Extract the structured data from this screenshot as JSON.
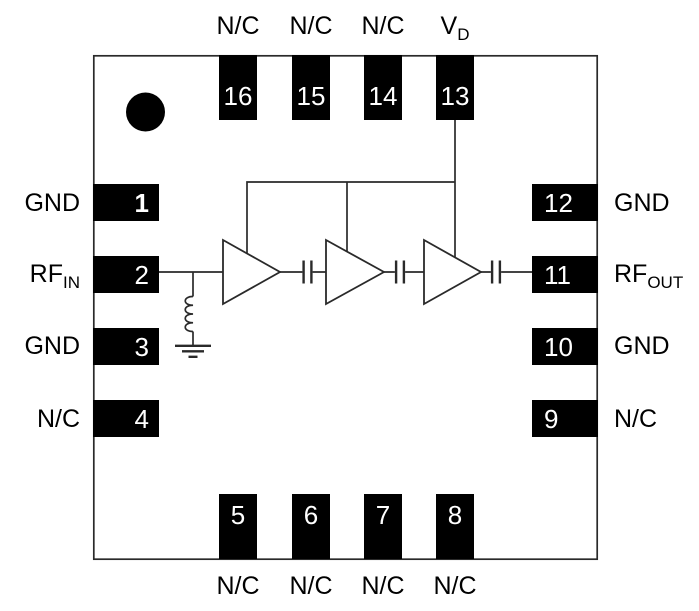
{
  "diagram_type": "ic-package-pinout",
  "package": {
    "pin_count": 16,
    "marker": "pin-1-indicator-dot"
  },
  "pins": {
    "left": [
      {
        "number": "1",
        "label": "GND",
        "label_sub": ""
      },
      {
        "number": "2",
        "label": "RF",
        "label_sub": "IN"
      },
      {
        "number": "3",
        "label": "GND",
        "label_sub": ""
      },
      {
        "number": "4",
        "label": "N/C",
        "label_sub": ""
      }
    ],
    "right": [
      {
        "number": "12",
        "label": "GND",
        "label_sub": ""
      },
      {
        "number": "11",
        "label": "RF",
        "label_sub": "OUT"
      },
      {
        "number": "10",
        "label": "GND",
        "label_sub": ""
      },
      {
        "number": "9",
        "label": "N/C",
        "label_sub": ""
      }
    ],
    "top": [
      {
        "number": "16",
        "label": "N/C",
        "label_sub": ""
      },
      {
        "number": "15",
        "label": "N/C",
        "label_sub": ""
      },
      {
        "number": "14",
        "label": "N/C",
        "label_sub": ""
      },
      {
        "number": "13",
        "label": "V",
        "label_sub": "D"
      }
    ],
    "bottom": [
      {
        "number": "5",
        "label": "N/C",
        "label_sub": ""
      },
      {
        "number": "6",
        "label": "N/C",
        "label_sub": ""
      },
      {
        "number": "7",
        "label": "N/C",
        "label_sub": ""
      },
      {
        "number": "8",
        "label": "N/C",
        "label_sub": ""
      }
    ]
  },
  "internal_circuit": {
    "amplifier_stages": 3,
    "coupling_capacitors": 3,
    "input_shunt_inductor_to_ground": true,
    "supply_from_pin": "13"
  },
  "colors": {
    "background": "#ffffff",
    "pad": "#000000",
    "line": "#2a2a2a",
    "text": "#000000",
    "pin_number": "#ffffff"
  }
}
